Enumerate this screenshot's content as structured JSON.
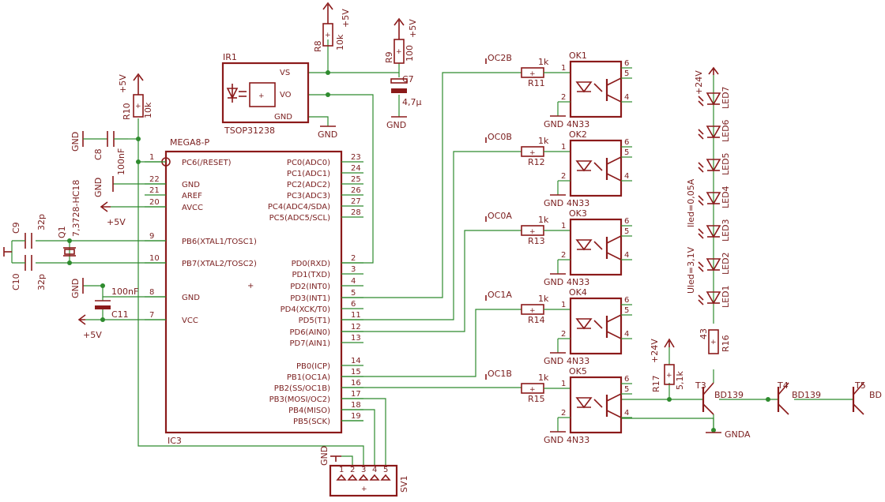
{
  "ic": {
    "name": "IC3",
    "value": "MEGA8-P",
    "left_pins": [
      {
        "num": "1",
        "label": "PC6(/RESET)"
      },
      {
        "num": "22",
        "label": "GND"
      },
      {
        "num": "21",
        "label": "AREF"
      },
      {
        "num": "20",
        "label": "AVCC"
      },
      {
        "num": "9",
        "label": "PB6(XTAL1/TOSC1)"
      },
      {
        "num": "10",
        "label": "PB7(XTAL2/TOSC2)"
      },
      {
        "num": "8",
        "label": "GND"
      },
      {
        "num": "7",
        "label": "VCC"
      }
    ],
    "right_pins": [
      {
        "num": "23",
        "label": "PC0(ADC0)"
      },
      {
        "num": "24",
        "label": "PC1(ADC1)"
      },
      {
        "num": "25",
        "label": "PC2(ADC2)"
      },
      {
        "num": "26",
        "label": "PC3(ADC3)"
      },
      {
        "num": "27",
        "label": "PC4(ADC4/SDA)"
      },
      {
        "num": "28",
        "label": "PC5(ADC5/SCL)"
      },
      {
        "num": "2",
        "label": "PD0(RXD)"
      },
      {
        "num": "3",
        "label": "PD1(TXD)"
      },
      {
        "num": "4",
        "label": "PD2(INT0)"
      },
      {
        "num": "5",
        "label": "PD3(INT1)"
      },
      {
        "num": "6",
        "label": "PD4(XCK/T0)"
      },
      {
        "num": "11",
        "label": "PD5(T1)"
      },
      {
        "num": "12",
        "label": "PD6(AIN0)"
      },
      {
        "num": "13",
        "label": "PD7(AIN1)"
      },
      {
        "num": "14",
        "label": "PB0(ICP)"
      },
      {
        "num": "15",
        "label": "PB1(OC1A)"
      },
      {
        "num": "16",
        "label": "PB2(SS/OC1B)"
      },
      {
        "num": "17",
        "label": "PB3(MOSI/OC2)"
      },
      {
        "num": "18",
        "label": "PB4(MISO)"
      },
      {
        "num": "19",
        "label": "PB5(SCK)"
      }
    ]
  },
  "ir": {
    "name": "IR1",
    "value": "TSOP31238",
    "pins": [
      "VS",
      "VO",
      "GND"
    ],
    "gnd": "GND"
  },
  "resistors": {
    "r8": {
      "name": "R8",
      "value": "10k",
      "supply": "+5V"
    },
    "r9": {
      "name": "R9",
      "value": "100",
      "supply": "+5V"
    },
    "r10": {
      "name": "R10",
      "value": "10k",
      "supply": "+5V"
    },
    "r16": {
      "name": "R16",
      "value": "43"
    },
    "r17": {
      "name": "R17",
      "value": "5,1k",
      "supply": "+24V"
    }
  },
  "capacitors": {
    "c7": {
      "name": "C7",
      "value": "4,7µ",
      "gnd": "GND"
    },
    "c8": {
      "name": "C8",
      "value": "100nF",
      "gnd": "GND"
    },
    "c9": {
      "name": "C9",
      "value": "32p"
    },
    "c10": {
      "name": "C10",
      "value": "32p"
    },
    "c11": {
      "name": "C11",
      "value": "100nF",
      "gnd": "GND"
    }
  },
  "crystal": {
    "name": "Q1",
    "value": "7,3728-HC18"
  },
  "ic_nets": {
    "gnd1": "GND",
    "avcc": "+5V",
    "vcc": "+5V",
    "gnd2": "GND"
  },
  "channels": [
    {
      "net": "OC2B",
      "res": "R11",
      "res_val": "1k",
      "ok": "OK1",
      "ok_val": "4N33",
      "gnd": "GND"
    },
    {
      "net": "OC0B",
      "res": "R12",
      "res_val": "1k",
      "ok": "OK2",
      "ok_val": "4N33",
      "gnd": "GND"
    },
    {
      "net": "OC0A",
      "res": "R13",
      "res_val": "1k",
      "ok": "OK3",
      "ok_val": "4N33",
      "gnd": "GND"
    },
    {
      "net": "OC1A",
      "res": "R14",
      "res_val": "1k",
      "ok": "OK4",
      "ok_val": "4N33",
      "gnd": "GND"
    },
    {
      "net": "OC1B",
      "res": "R15",
      "res_val": "1k",
      "ok": "OK5",
      "ok_val": "4N33",
      "gnd": "GND"
    }
  ],
  "ok_pins": {
    "p1": "1",
    "p2": "2",
    "p4": "4",
    "p5": "5",
    "p6": "6"
  },
  "leds": [
    "LED7",
    "LED6",
    "LED5",
    "LED4",
    "LED3",
    "LED2",
    "LED1"
  ],
  "led_supply": "+24V",
  "led_notes": [
    "Iled=0,05A",
    "Uled=3,1V"
  ],
  "transistors": [
    {
      "name": "T3",
      "value": "BD139"
    },
    {
      "name": "T4",
      "value": "BD139"
    },
    {
      "name": "T5",
      "value": "BD"
    }
  ],
  "gnda": "GNDA",
  "header": {
    "name": "SV1",
    "gnd": "GND",
    "pins": [
      "1",
      "2",
      "3",
      "4",
      "5"
    ]
  }
}
